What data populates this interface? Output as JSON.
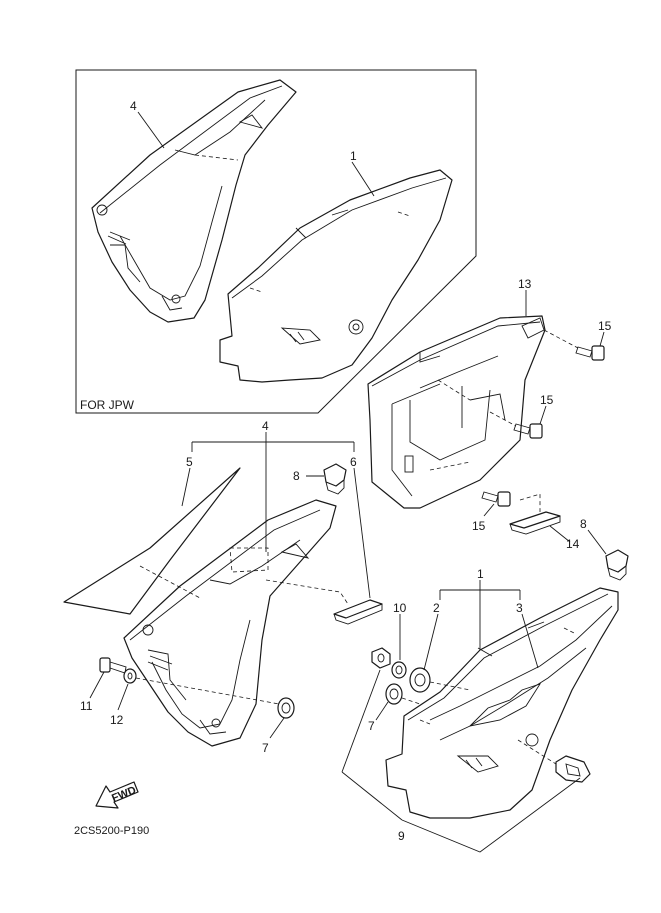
{
  "inset_label": "FOR JPW",
  "diagram_code": "2CS5200-P190",
  "fwd_label": "FWD",
  "callouts": {
    "c4_top": "4",
    "c1_top": "1",
    "c13": "13",
    "c15_a": "15",
    "c15_b": "15",
    "c15_c": "15",
    "c14": "14",
    "c4_mid": "4",
    "c5": "5",
    "c6": "6",
    "c8_left": "8",
    "c8_right": "8",
    "c1_right": "1",
    "c2": "2",
    "c3": "3",
    "c10": "10",
    "c11": "11",
    "c12": "12",
    "c7_left": "7",
    "c7_right": "7",
    "c9": "9"
  }
}
